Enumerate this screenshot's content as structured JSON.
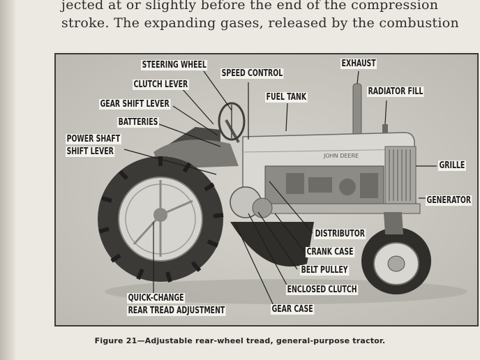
{
  "page": {
    "text_lines": [
      "jected at or slightly before the end of the compression",
      "stroke. The expanding gases, released by the combustion"
    ],
    "brand_on_hood": "JOHN DEERE"
  },
  "figure": {
    "labels": {
      "steering_wheel": "STEERING WHEEL",
      "speed_control": "SPEED CONTROL",
      "exhaust": "EXHAUST",
      "clutch_lever": "CLUTCH LEVER",
      "radiator_fill": "RADIATOR FILL",
      "fuel_tank": "FUEL TANK",
      "gear_shift_lever": "GEAR SHIFT LEVER",
      "batteries": "BATTERIES",
      "power_shaft_1": "POWER SHAFT",
      "power_shaft_2": "SHIFT LEVER",
      "grille": "GRILLE",
      "generator": "GENERATOR",
      "distributor": "DISTRIBUTOR",
      "crank_case": "CRANK CASE",
      "belt_pulley": "BELT PULLEY",
      "enclosed_clutch": "ENCLOSED CLUTCH",
      "gear_case": "GEAR CASE",
      "quick_change_1": "QUICK-CHANGE",
      "quick_change_2": "REAR TREAD ADJUSTMENT"
    },
    "caption": "Figure 21—Adjustable rear-wheel tread, general-purpose tractor."
  }
}
